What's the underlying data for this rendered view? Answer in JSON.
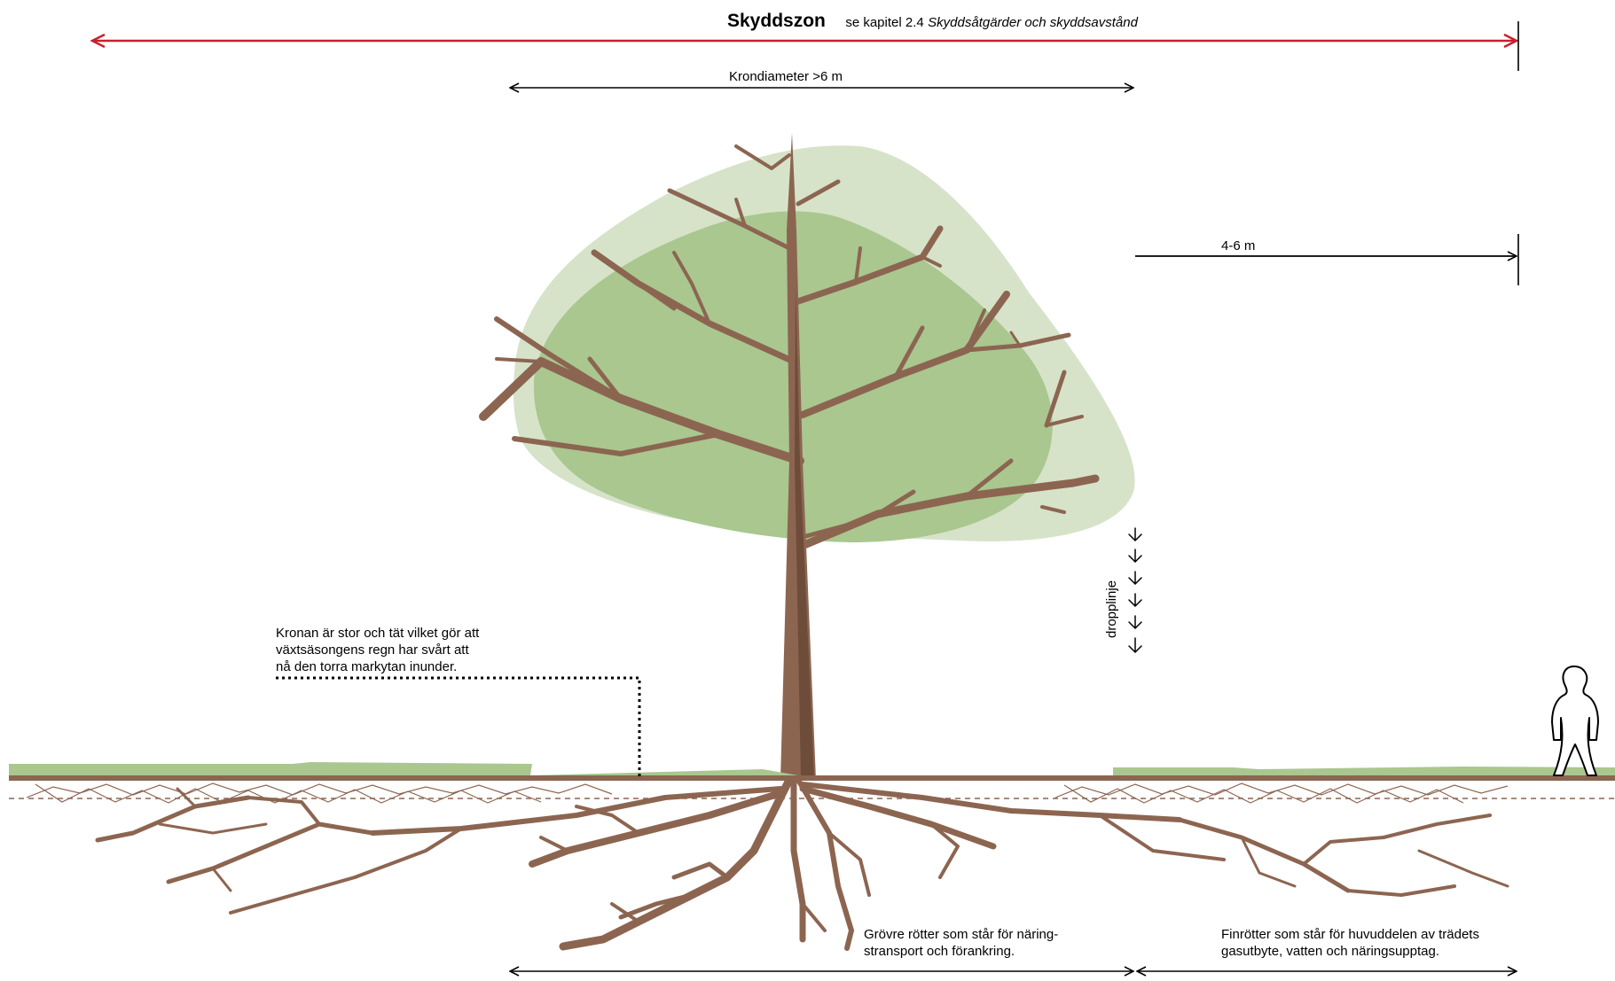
{
  "title": "Skyddszon",
  "reference": {
    "prefix": "se kapitel 2.4",
    "italic": "Skyddsåtgärder och skyddsavstånd"
  },
  "labels": {
    "crown_diameter": "Krondiameter >6 m",
    "extra_distance": "4-6 m",
    "drip_line": "dropplinje",
    "crown_note": "Kronan är stor och tät vilket gör att\nväxtsäsongens regn har svårt att\nnå den torra markytan inunder.",
    "coarse_roots": "Grövre rötter som står för näring-\nstransport och förankring.",
    "fine_roots": "Finrötter som står för huvuddelen av trädets\ngasutbyte, vatten och näringsupptag."
  },
  "colors": {
    "protection_arrow": "#c8202f",
    "crown_outer": "#d6e3c9",
    "crown_inner": "#a9c78f",
    "trunk": "#8c6551",
    "trunk_dark": "#6e4c3a",
    "ground": "#8c6551",
    "grass": "#a9c78f"
  },
  "icons": {
    "person": "person-silhouette-icon",
    "drip": "down-arrow-icon"
  }
}
